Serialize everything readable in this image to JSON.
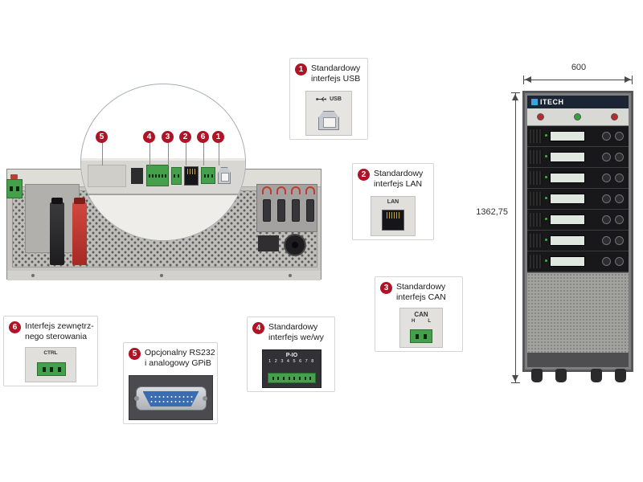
{
  "colors": {
    "badge_red": "#b01226",
    "connector_green": "#44a04a",
    "gpib_blue": "#3a6cb4",
    "rack_logo_bg": "#1b2533",
    "rack_logo_accent": "#35a8e0"
  },
  "callouts": {
    "usb": {
      "num": "1",
      "line1": "Standardowy",
      "line2": "interfejs USB",
      "port": "USB"
    },
    "lan": {
      "num": "2",
      "line1": "Standardowy",
      "line2": "interfejs LAN",
      "port": "LAN"
    },
    "can": {
      "num": "3",
      "line1": "Standardowy",
      "line2": "interfejs CAN",
      "port": "CAN",
      "pin_h": "H",
      "pin_l": "L"
    },
    "io": {
      "num": "4",
      "line1": "Standardowy",
      "line2": "interfejs we/wy",
      "port": "P-IO",
      "pins": "1 2 3 4 5 6 7 8"
    },
    "gpib": {
      "num": "5",
      "line1": "Opcjonalny RS232",
      "line2": "i analogowy GPiB"
    },
    "ctrl": {
      "num": "6",
      "line1": "Interfejs zewnętrz-",
      "line2": "nego sterowania",
      "port": "CTRL"
    }
  },
  "magnifier": {
    "badges": [
      "5",
      "4",
      "3",
      "2",
      "6",
      "1"
    ]
  },
  "rack": {
    "brand": "ITECH",
    "width_label": "600",
    "height_label": "1362,75"
  }
}
